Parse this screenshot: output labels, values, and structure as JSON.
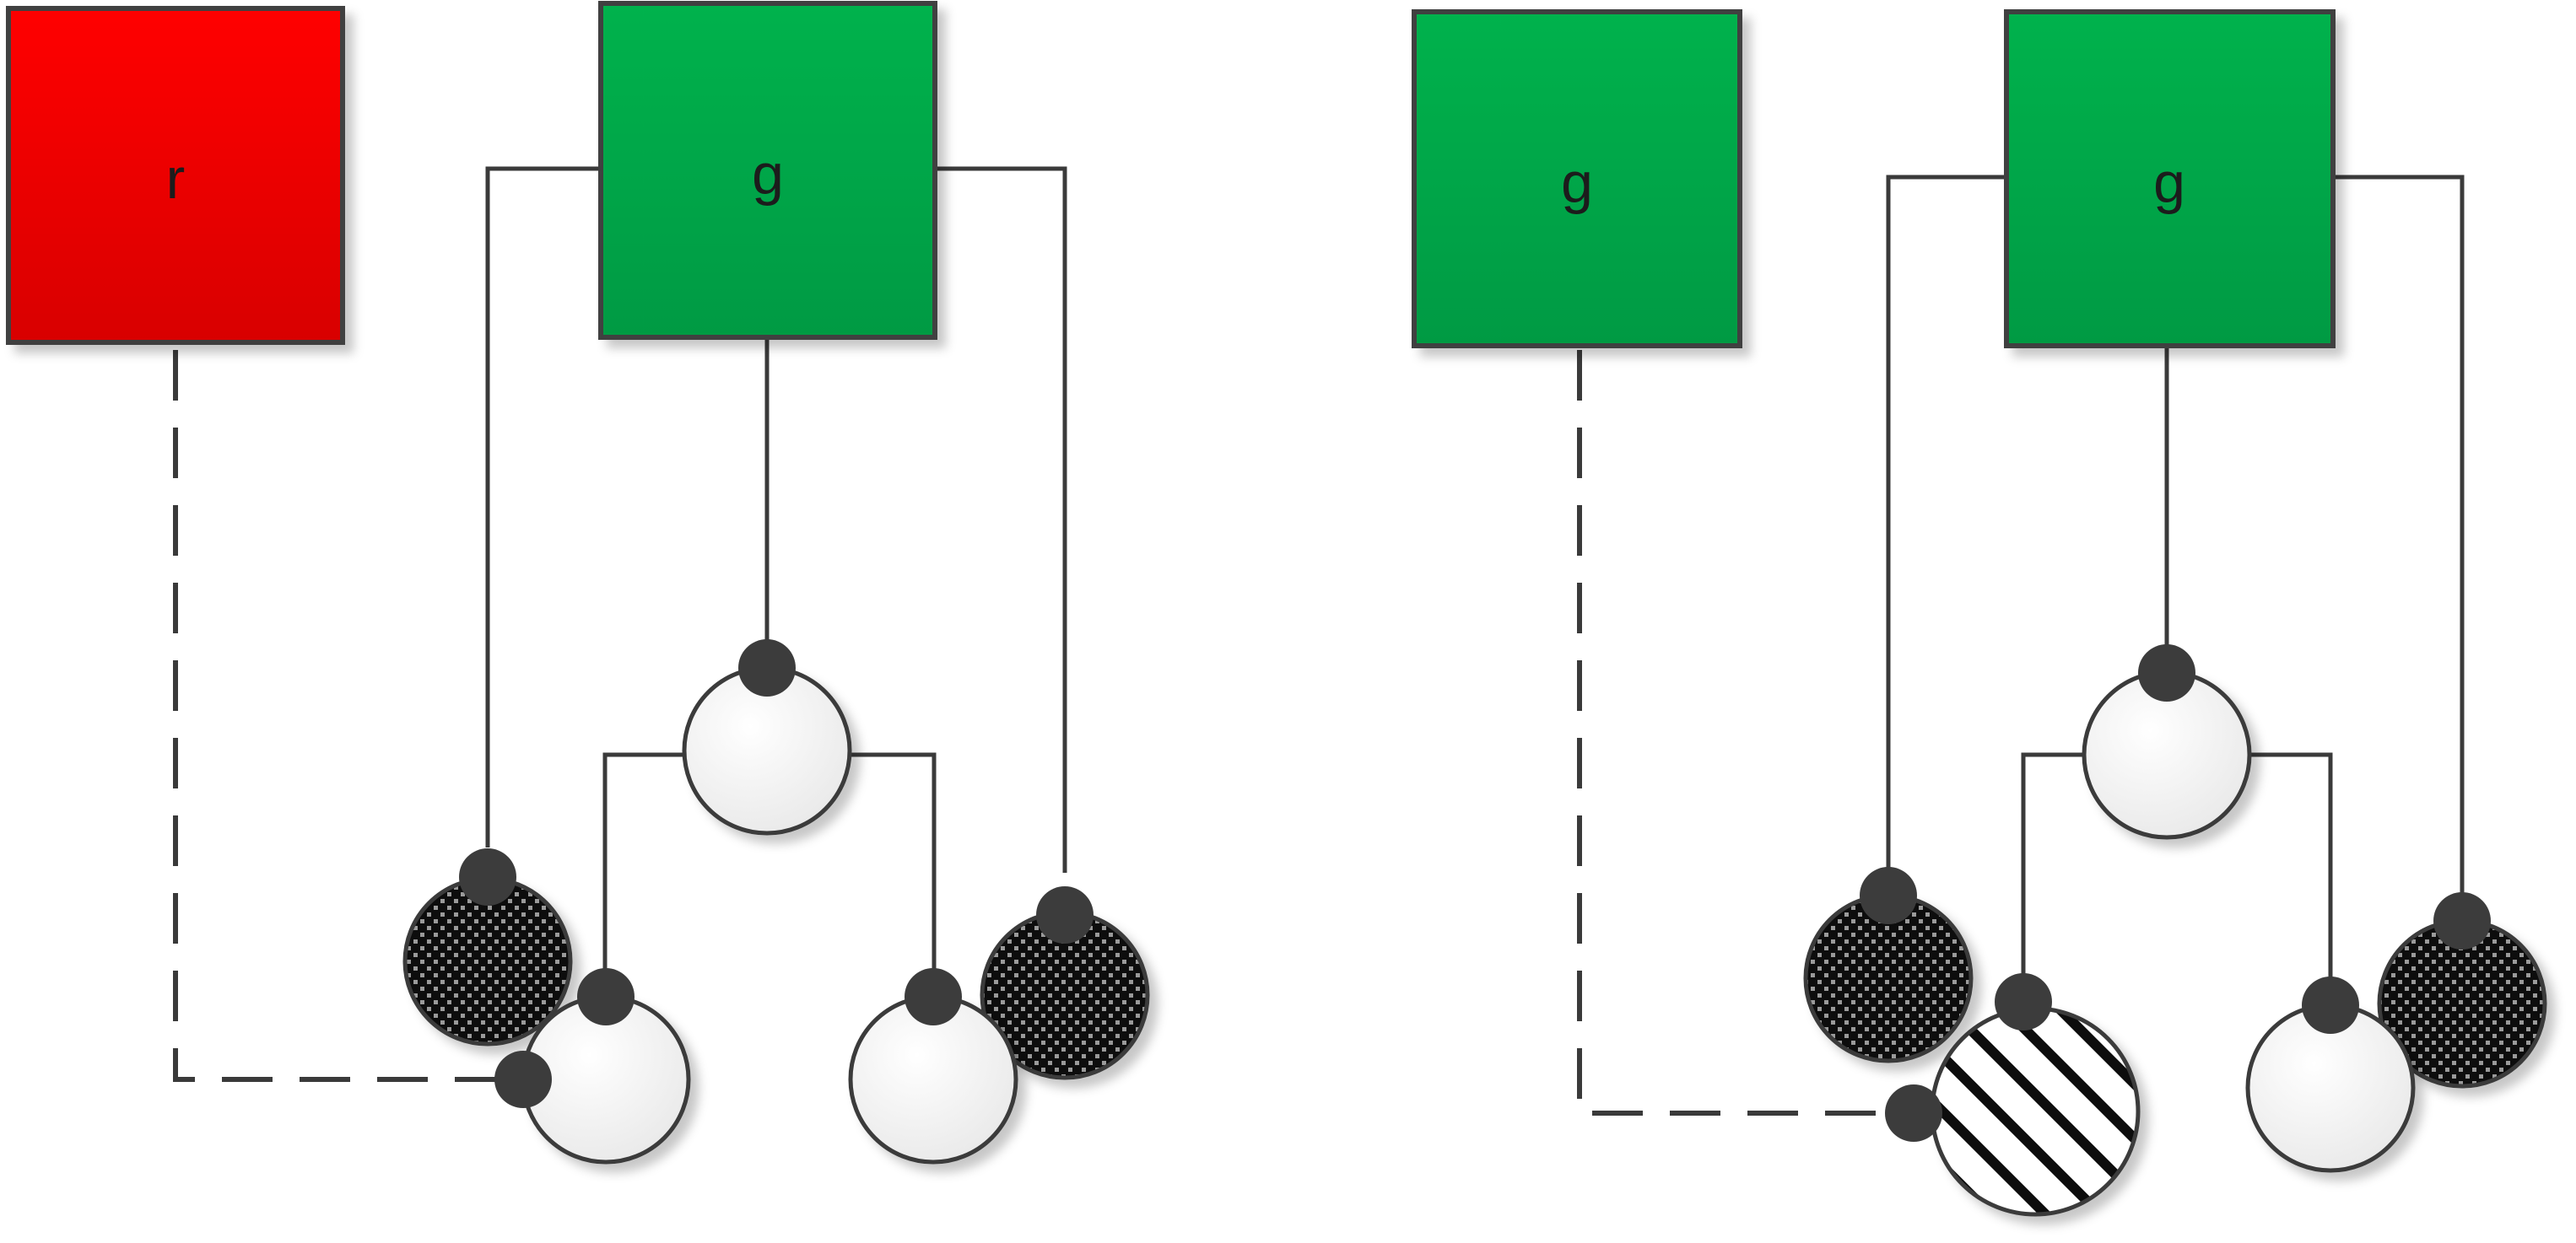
{
  "colors": {
    "red_box": "#e60000",
    "green_box": "#00a94a",
    "line": "#3a3a3a",
    "dot": "#3c3c3c",
    "hatched_fill": "#111111",
    "white_node": "#f6f6f6"
  },
  "boxes": [
    {
      "id": "left-red",
      "label": "r",
      "color": "red"
    },
    {
      "id": "left-green",
      "label": "g",
      "color": "green"
    },
    {
      "id": "right-green-a",
      "label": "g",
      "color": "green"
    },
    {
      "id": "right-green-b",
      "label": "g",
      "color": "green"
    }
  ]
}
